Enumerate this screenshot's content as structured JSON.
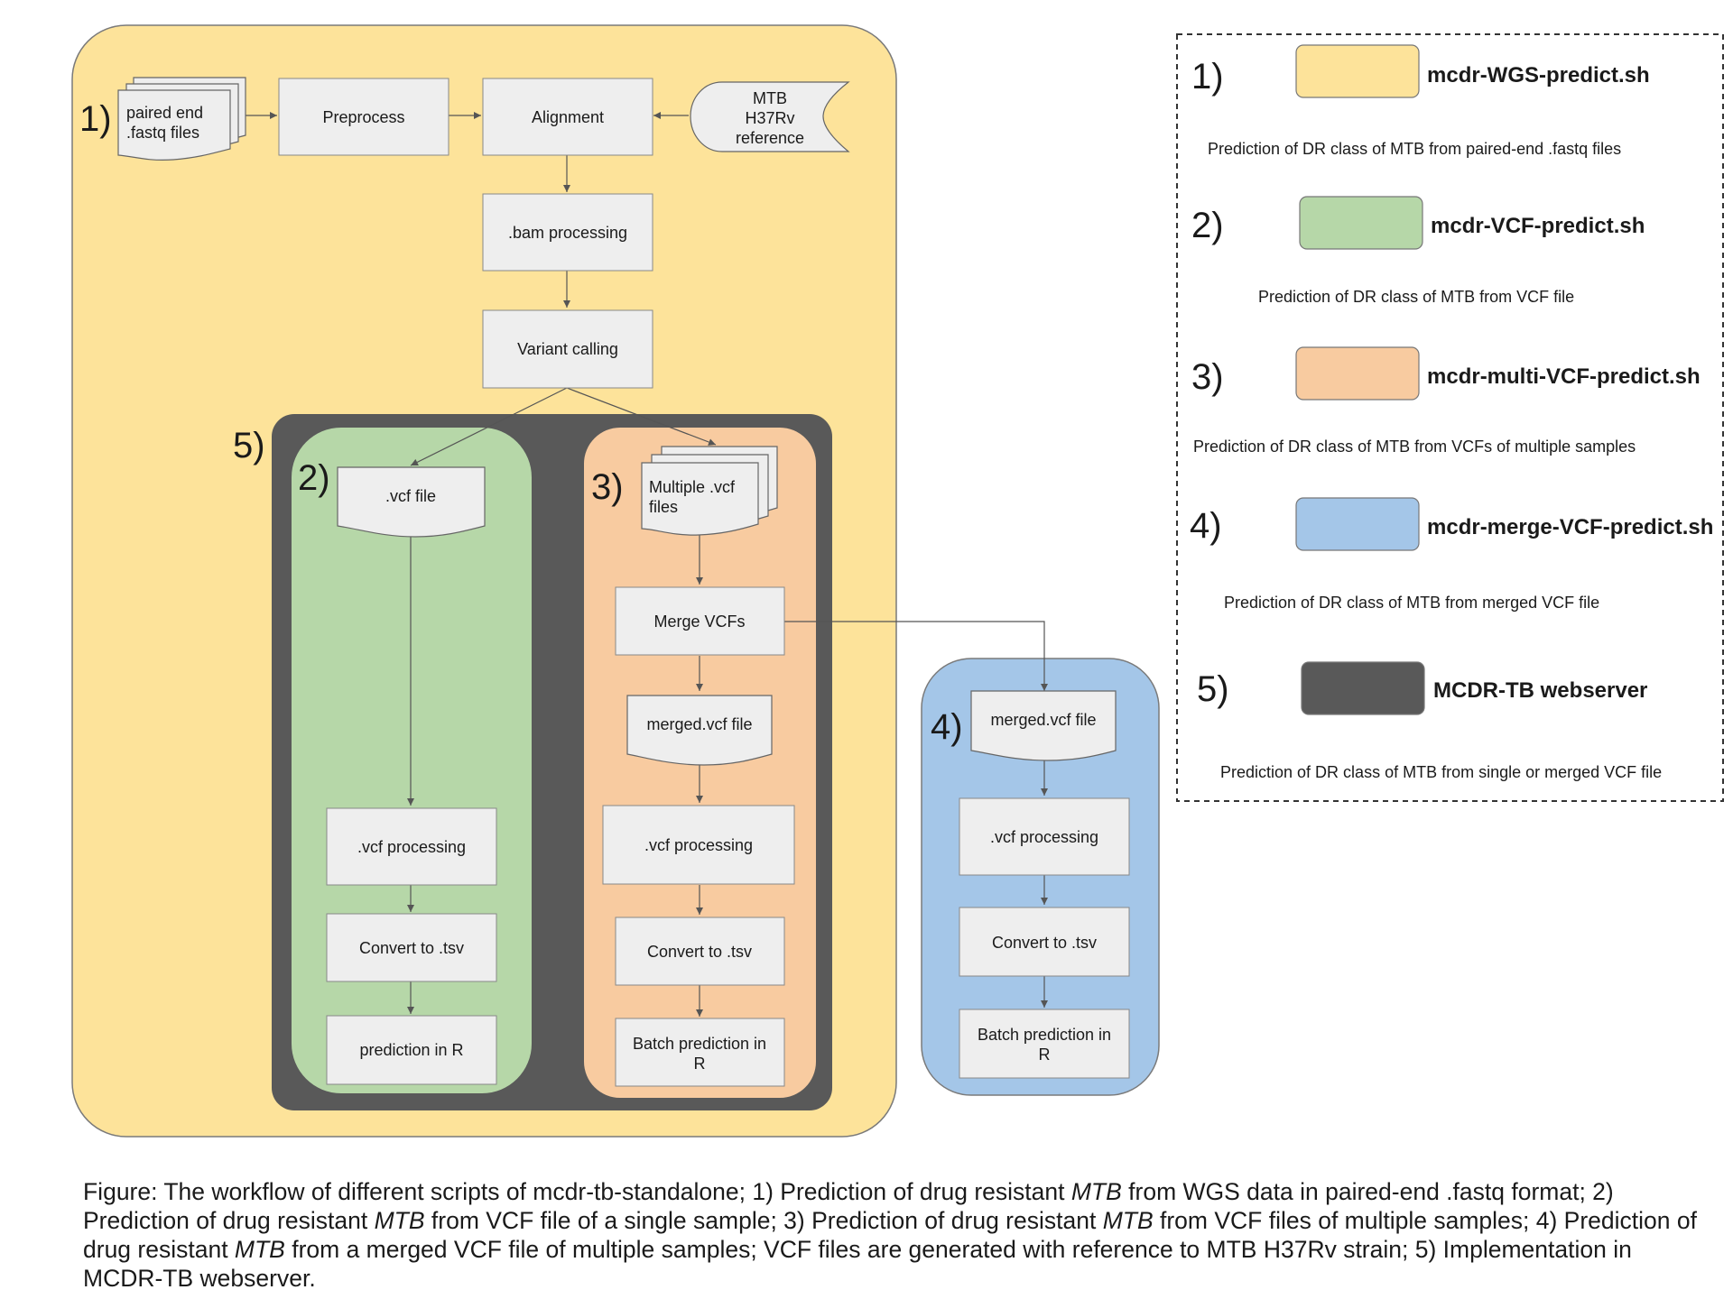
{
  "colors": {
    "wgs": "#fde39a",
    "vcf": "#b6d7a8",
    "multi_vcf": "#f8cba0",
    "merge_vcf": "#a4c6e8",
    "webserver": "#595959",
    "process_box": "#eeeeee"
  },
  "labels": {
    "n1": "1)",
    "n2": "2)",
    "n3": "3)",
    "n4": "4)",
    "n5": "5)"
  },
  "nodes": {
    "paired_end_1": "paired end",
    "paired_end_2": ".fastq files",
    "preprocess": "Preprocess",
    "alignment": "Alignment",
    "ref_1": "MTB",
    "ref_2": "H37Rv",
    "ref_3": "reference",
    "bam_processing": ".bam processing",
    "variant_calling": "Variant calling",
    "vcf_file": ".vcf file",
    "multiple_vcf_1": "Multiple .vcf",
    "multiple_vcf_2": "files",
    "merge_vcfs": "Merge VCFs",
    "merged_vcf_3": "merged.vcf file",
    "merged_vcf_4": "merged.vcf file",
    "vcf_processing_2": ".vcf processing",
    "vcf_processing_3": ".vcf processing",
    "vcf_processing_4": ".vcf processing",
    "convert_tsv_2": "Convert to .tsv",
    "convert_tsv_3": "Convert to .tsv",
    "convert_tsv_4": "Convert to .tsv",
    "prediction_r": "prediction in R",
    "batch_3_1": "Batch prediction in",
    "batch_3_2": "R",
    "batch_4_1": "Batch prediction in",
    "batch_4_2": "R"
  },
  "legend": [
    {
      "num": "1)",
      "title": "mcdr-WGS-predict.sh",
      "desc": "Prediction of DR class of MTB from paired-end .fastq files"
    },
    {
      "num": "2)",
      "title": "mcdr-VCF-predict.sh",
      "desc": "Prediction of DR class of MTB from VCF file"
    },
    {
      "num": "3)",
      "title": "mcdr-multi-VCF-predict.sh",
      "desc": "Prediction of DR class of MTB from VCFs of multiple samples"
    },
    {
      "num": "4)",
      "title": "mcdr-merge-VCF-predict.sh",
      "desc": "Prediction of DR class of MTB from merged VCF file"
    },
    {
      "num": "5)",
      "title": "MCDR-TB webserver",
      "desc": "Prediction of DR class of MTB from single or merged VCF file"
    }
  ],
  "caption": {
    "p1": "Figure: The workflow of different scripts of mcdr-tb-standalone; 1) Prediction of drug resistant ",
    "mtb1": "MTB",
    "p2": " from WGS data in paired-end .fastq format; 2) Prediction of drug resistant ",
    "mtb2": "MTB",
    "p3": " from VCF file of a single sample; 3) Prediction of drug resistant ",
    "mtb3": "MTB",
    "p4": " from VCF files of multiple samples; 4) Prediction of drug resistant ",
    "mtb4": "MTB",
    "p5": " from a merged VCF file of multiple samples; VCF files are generated with reference to MTB H37Rv strain; 5) Implementation in MCDR-TB webserver."
  }
}
